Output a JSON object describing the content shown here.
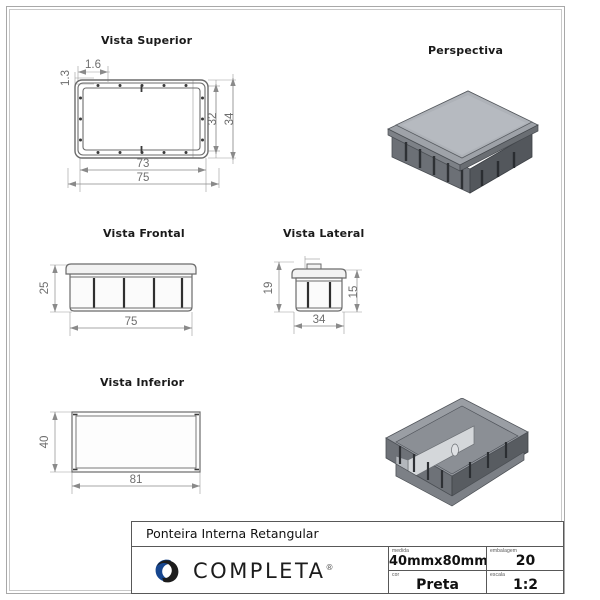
{
  "sheet": {
    "background_color": "#ffffff",
    "frame_color": "#a8a8a8"
  },
  "views": [
    {
      "id": "top",
      "title": "Vista Superior"
    },
    {
      "id": "perspective",
      "title": "Perspectiva"
    },
    {
      "id": "front",
      "title": "Vista Frontal"
    },
    {
      "id": "lateral",
      "title": "Vista Lateral"
    },
    {
      "id": "bottom",
      "title": "Vista Inferior"
    }
  ],
  "dimensions": {
    "top": {
      "wall_thickness_v": "1.3",
      "wall_thickness_h": "1.6",
      "inner_height": "32",
      "outer_height": "34",
      "inner_width": "73",
      "outer_width": "75"
    },
    "front": {
      "height": "25",
      "width": "75"
    },
    "lateral": {
      "height_left": "19",
      "height_right": "15",
      "width": "34"
    },
    "bottom": {
      "height": "40",
      "width": "81"
    }
  },
  "title_block": {
    "drawing_title": "Ponteira Interna Retangular",
    "brand_name": "COMPLETA",
    "brand_tm": "®",
    "fields": [
      {
        "label": "medida",
        "value": "40mmx80mm"
      },
      {
        "label": "embalagem",
        "value": "20"
      },
      {
        "label": "cor",
        "value": "Preta"
      },
      {
        "label": "escala",
        "value": "1:2"
      }
    ]
  },
  "colors": {
    "part_light": "#b9bcc2",
    "part_mid": "#8e9298",
    "part_dark": "#5e6267",
    "part_darker": "#44484d",
    "line": "#6e6e6e",
    "logo_blue": "#17468f",
    "logo_dark": "#1c1c1c"
  }
}
